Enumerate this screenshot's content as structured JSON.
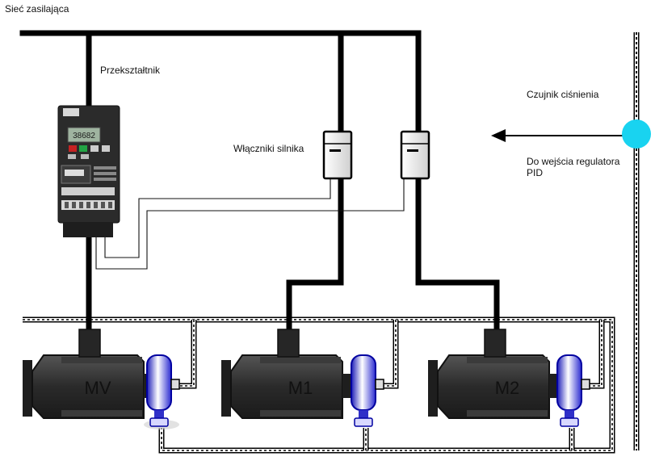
{
  "labels": {
    "supply_network": "Sieć zasilająca",
    "converter": "Przekształtnik",
    "motor_switches": "Włączniki silnika",
    "pressure_sensor": "Czujnik ciśnienia",
    "pid_input_line1": "Do wejścia regulatora",
    "pid_input_line2": "PID"
  },
  "motors": [
    {
      "label": "MV"
    },
    {
      "label": "M1"
    },
    {
      "label": "M2"
    }
  ],
  "converter_display": "38682",
  "colors": {
    "power_line": "#000000",
    "sensor_circle": "#19d3f0",
    "pump_blue": "#3a3ad8",
    "motor_body": "#2e2e2e",
    "switch_body": "#e8e8e8"
  }
}
